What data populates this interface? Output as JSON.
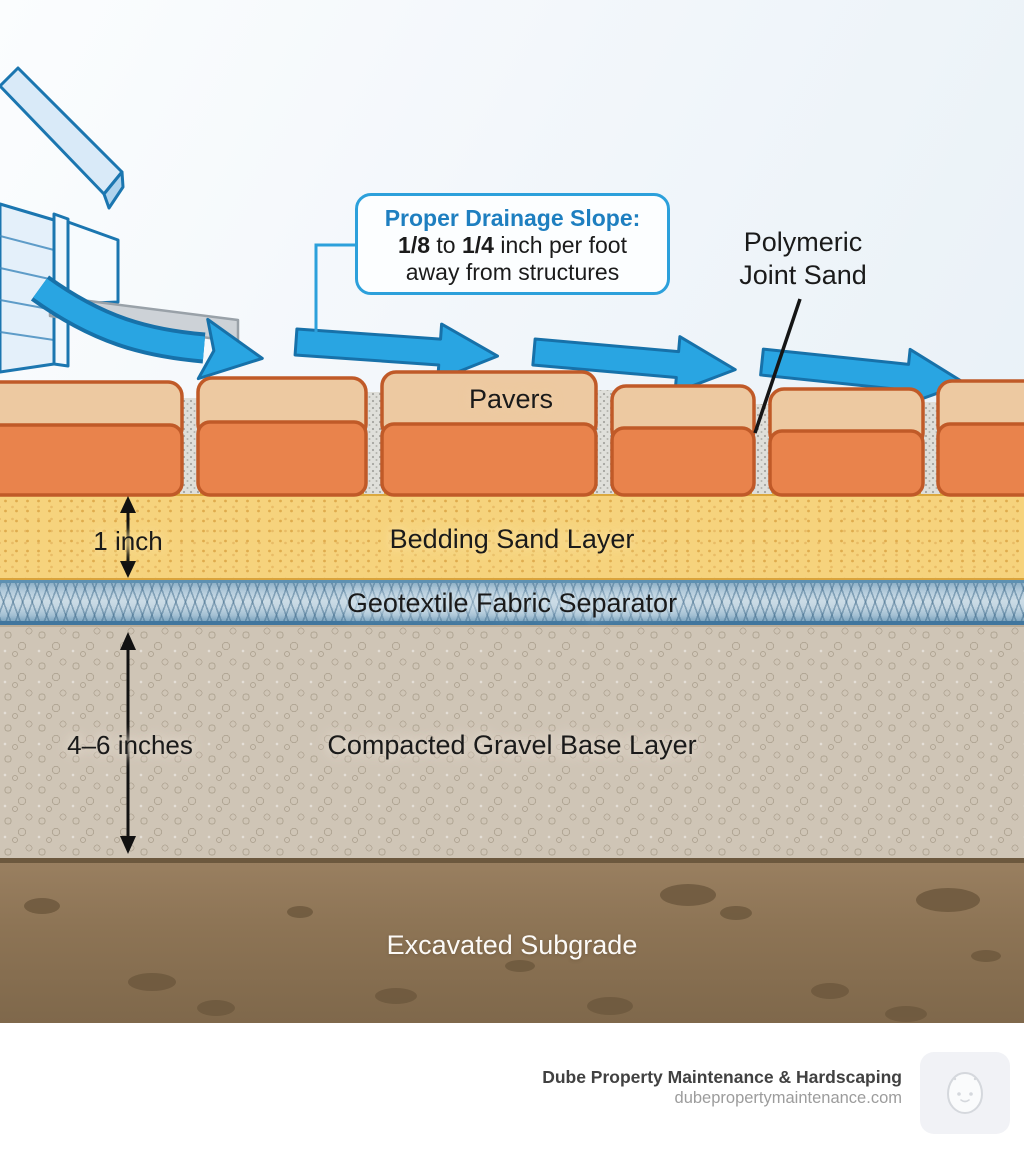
{
  "callout": {
    "title": "Proper Drainage Slope:",
    "frac1": "1/8",
    "sep": " to ",
    "frac2": "1/4",
    "rest": " inch per foot",
    "line3": "away from structures"
  },
  "annotations": {
    "pavers_label": "Pavers",
    "polymeric_line1": "Polymeric",
    "polymeric_line2": "Joint Sand"
  },
  "layers": {
    "bedding": {
      "name": "Bedding Sand Layer",
      "measure": "1 inch"
    },
    "geotextile": {
      "name": "Geotextile Fabric Separator"
    },
    "gravel": {
      "name": "Compacted Gravel Base Layer",
      "measure": "4–6 inches"
    },
    "subgrade": {
      "name": "Excavated Subgrade"
    }
  },
  "footer": {
    "company": "Dube Property Maintenance & Hardscaping",
    "website": "dubepropertymaintenance.com"
  },
  "colors": {
    "arrow_blue": "#29a5e2",
    "arrow_outline": "#1771a9",
    "callout_border": "#2ca0db",
    "callout_title": "#1e7fc0",
    "paver_front": "#e9834c",
    "paver_top": "#edc9a1",
    "paver_outline": "#c05a28",
    "bedding_sand": "#f6d37d",
    "geotextile_blue": "#b7cedc",
    "gravel_beige": "#cfc5b6",
    "subgrade_brown": "#8a7052"
  }
}
